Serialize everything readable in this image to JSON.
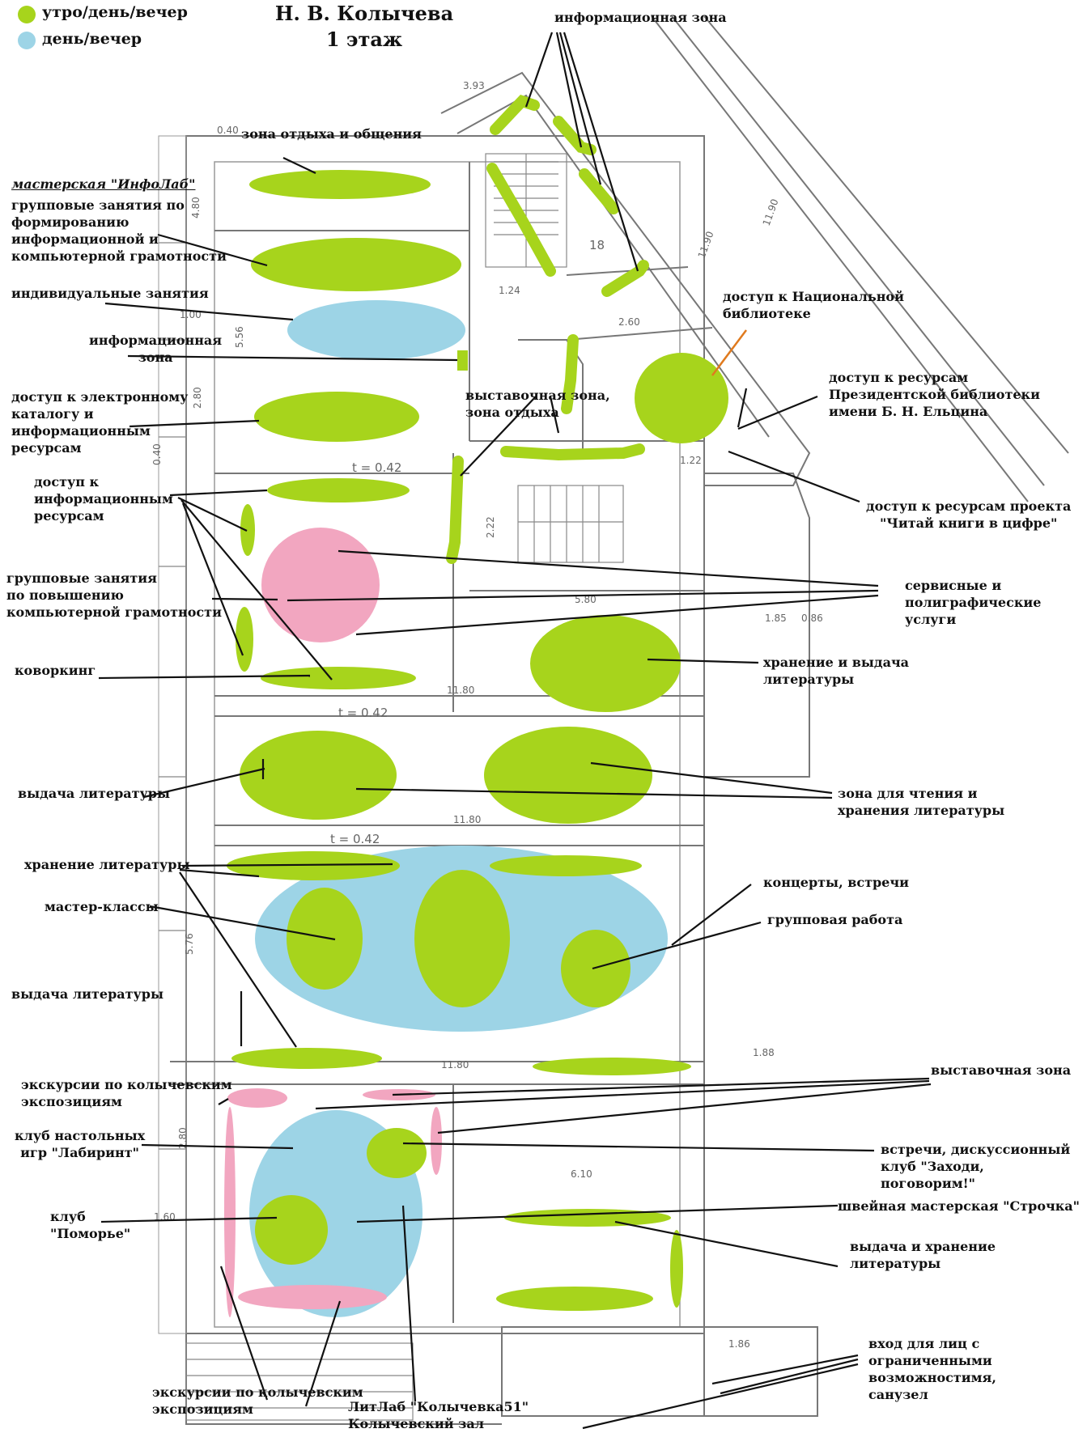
{
  "colors": {
    "green": "#a7d41c",
    "blue": "#9dd4e6",
    "pink": "#f2a6c0",
    "leader_line": "#111111",
    "access_line": "#e07a1e",
    "floorplan_ink": "#777777"
  },
  "header": {
    "title_line1": "Н. В. Колычева",
    "title_line2": "1 этаж"
  },
  "legend": [
    {
      "key": "morning",
      "color": "green",
      "label": "утро/день/вечер"
    },
    {
      "key": "daytime",
      "color": "blue",
      "label": "день/вечер"
    }
  ],
  "labels": {
    "info_zone_top": "информационная зона",
    "rest_zone": "зона отдыха и общения",
    "infolab_title": "мастерская \"ИнфоЛаб\"",
    "group_classes_literacy": "групповые занятия по\nформированию\nинформационной и\nкомпьютерной грамотности",
    "individual_classes": "индивидуальные занятия",
    "info_zone_left": "информационная\nзона",
    "catalog_access": "доступ к электронному\nкаталогу и\nинформационным\nресурсам",
    "info_resources_access": "доступ к\nинформационным\nресурсам",
    "group_classes_advanced": "групповые занятия\nпо повышению\nкомпьютерной грамотности",
    "coworking": "коворкинг",
    "issue_literature_1": "выдача литературы",
    "storage_literature": "хранение литературы",
    "master_classes": "мастер-классы",
    "issue_literature_2": "выдача литературы",
    "excursions_top": "экскурсии по колычевским\nэкспозициям",
    "board_games": "клуб настольных\nигр \"Лабиринт\"",
    "pomorye_club": "клуб\n\"Поморье\"",
    "excursions_bottom": "экскурсии по колычевским\nэкспозициям",
    "litlab": "ЛитЛаб \"Колычевка51\"\nКолычевский зал",
    "national_library": "доступ к Национальной\nбиблиотеке",
    "presidential_library": "доступ к ресурсам\nПрезидентской библиотеки\nимени Б. Н. Ельцина",
    "exhibition_rest": "выставочная зона,\nзона отдыха",
    "read_in_digits": "доступ к ресурсам проекта\n\"Читай книги в цифре\"",
    "service_printing": "сервисные и\nполиграфические\nуслуги",
    "storage_issue": "хранение и выдача\nлитературы",
    "reading_zone": "зона для чтения и\nхранения литературы",
    "concerts": "концерты, встречи",
    "group_work": "групповая работа",
    "exhibition_zone": "выставочная зона",
    "discussion_club": "встречи, дискуссионный\nклуб \"Заходи,\nпоговорим!\"",
    "sewing_workshop": "швейная мастерская \"Строчка\"",
    "issue_storage": "выдача и хранение\nлитературы",
    "accessible_entrance": "вход для лиц с\nограниченными\nвозможностимя,\nсанузел"
  },
  "plan_annotations": {
    "d1": "3.93",
    "d2": "0.40",
    "d3": "4.80",
    "d4": "5.56",
    "d5": "1.00",
    "d6": "2.80",
    "d7": "0.40",
    "d8": "t = 0.42",
    "d9": "5.80",
    "d10": "11.80",
    "d11": "t = 0.42",
    "d12": "11.80",
    "d13": "t = 0.42",
    "d14": "5.76",
    "d15": "11.80",
    "d16": "1.88",
    "d17": "2.80",
    "d18": "1.60",
    "d19": "6.10",
    "d20": "1.86",
    "d21": "2.60",
    "d22": "1.22",
    "d23": "11.90",
    "d24": "11.90",
    "d25": "1.85",
    "d26": "0.86",
    "d27": "2.22",
    "d28": "1.24",
    "d29": "18"
  }
}
